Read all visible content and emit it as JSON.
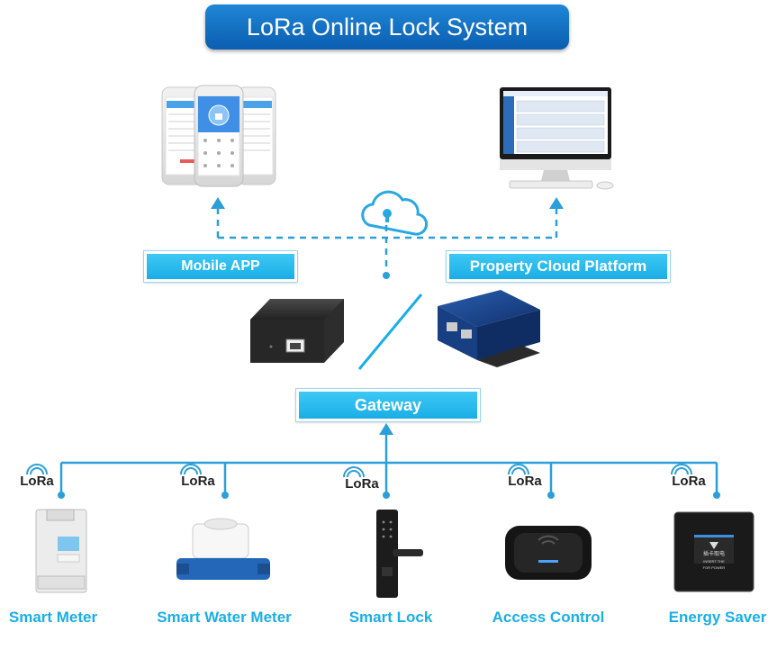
{
  "title": "LoRa Online Lock System",
  "mobile_app_label": "Mobile APP",
  "cloud_platform_label": "Property Cloud Platform",
  "gateway_label": "Gateway",
  "lora_text": "LoRa",
  "devices": [
    {
      "label": "Smart Meter",
      "icon": "smart-meter-icon"
    },
    {
      "label": "Smart Water Meter",
      "icon": "water-meter-icon"
    },
    {
      "label": "Smart Lock",
      "icon": "smart-lock-icon"
    },
    {
      "label": "Access Control",
      "icon": "access-control-icon"
    },
    {
      "label": "Energy Saver",
      "icon": "energy-saver-icon"
    }
  ],
  "colors": {
    "accent": "#1aaee6",
    "line": "#2a9fd8",
    "banner": "#0b5eb0"
  },
  "energy_saver_card_text": [
    "插卡取电",
    "INSERT THE FOR POWER"
  ]
}
